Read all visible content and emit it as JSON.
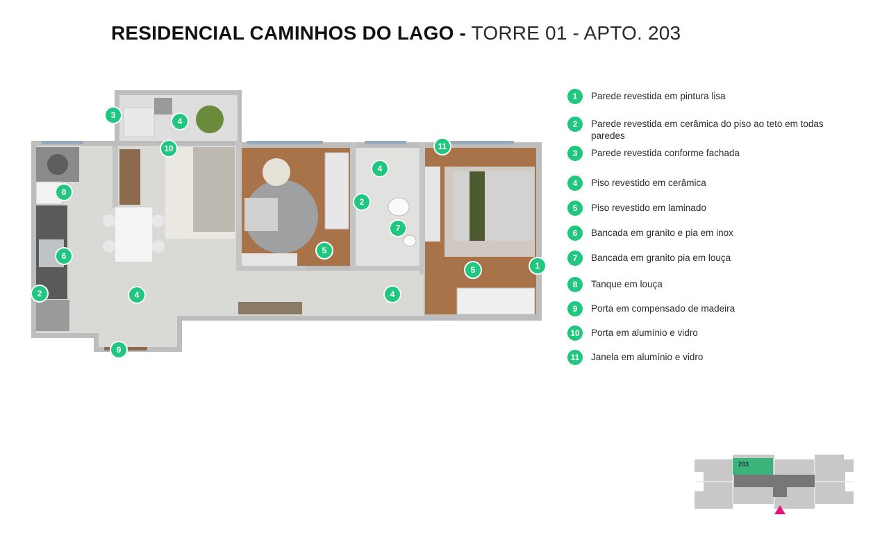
{
  "title": {
    "bold": "RESIDENCIAL CAMINHOS DO LAGO -",
    "light": "TORRE 01 - APTO. 203"
  },
  "colors": {
    "badge": "#1fc77f",
    "wall": "#c9c9c9",
    "tile_floor": "#d9d9d6",
    "laminate_floor": "#a9734a",
    "highlight_unit": "#3bb37b",
    "arrow": "#e5137a"
  },
  "legend": [
    {
      "num": "1",
      "text": "Parede revestida em pintura lisa"
    },
    {
      "num": "2",
      "text": "Parede revestida em cerâmica do piso ao teto em todas paredes"
    },
    {
      "num": "3",
      "text": "Parede revestida conforme fachada"
    },
    {
      "num": "4",
      "text": "Piso revestido em cerâmica"
    },
    {
      "num": "5",
      "text": "Piso revestido em laminado"
    },
    {
      "num": "6",
      "text": "Bancada em granito e pia em inox"
    },
    {
      "num": "7",
      "text": "Bancada em granito pia em louça"
    },
    {
      "num": "8",
      "text": "Tanque em louça"
    },
    {
      "num": "9",
      "text": "Porta em compensado de madeira"
    },
    {
      "num": "10",
      "text": "Porta em alumínio e vidro"
    },
    {
      "num": "11",
      "text": "Janela em alumínio e vidro"
    }
  ],
  "plan_badges": [
    "3",
    "4",
    "10",
    "8",
    "6",
    "2",
    "4",
    "9",
    "2",
    "4",
    "5",
    "7",
    "4",
    "11",
    "5",
    "1"
  ],
  "keyplan": {
    "unit": "203",
    "icon": "location-arrow-icon"
  }
}
